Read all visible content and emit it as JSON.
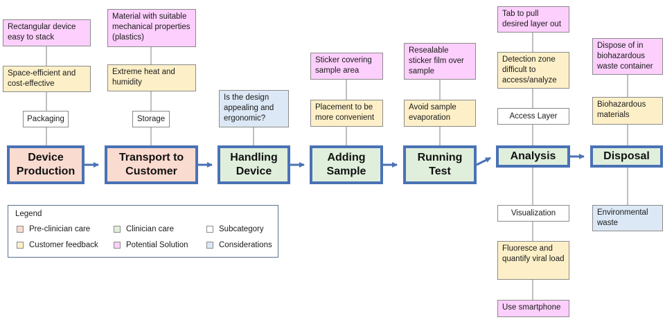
{
  "stages": [
    {
      "id": "device-production",
      "label_l1": "Device",
      "label_l2": "Production",
      "category": "pre-clinician-care"
    },
    {
      "id": "transport",
      "label_l1": "Transport to",
      "label_l2": "Customer",
      "category": "pre-clinician-care"
    },
    {
      "id": "handling",
      "label_l1": "Handling",
      "label_l2": "Device",
      "category": "clinician-care"
    },
    {
      "id": "adding-sample",
      "label_l1": "Adding",
      "label_l2": "Sample",
      "category": "clinician-care"
    },
    {
      "id": "running-test",
      "label_l1": "Running",
      "label_l2": "Test",
      "category": "clinician-care"
    },
    {
      "id": "analysis",
      "label_l1": "Analysis",
      "category": "clinician-care"
    },
    {
      "id": "disposal",
      "label_l1": "Disposal",
      "category": "clinician-care"
    }
  ],
  "boxes": {
    "dp_solution": "Rectangular device easy to stack",
    "dp_feedback": "Space-efficient and cost-effective",
    "dp_sub": "Packaging",
    "tr_solution": "Material with suitable mechanical properties (plastics)",
    "tr_feedback": "Extreme heat and humidity",
    "tr_sub": "Storage",
    "hd_consideration": "Is the design appealing and ergonomic?",
    "as_solution": "Sticker covering sample area",
    "as_feedback": "Placement to be more convenient",
    "rt_solution": "Resealable sticker film over sample",
    "rt_feedback": "Avoid sample evaporation",
    "an_solution_top": "Tab to pull desired layer out",
    "an_feedback_top": "Detection zone difficult to access/analyze",
    "an_sub_top": "Access Layer",
    "an_sub_bottom": "Visualization",
    "an_feedback_bottom": "Fluoresce and quantify viral load",
    "an_solution_bottom": "Use smartphone",
    "di_solution": "Dispose of in biohazardous waste container",
    "di_feedback": "Biohazardous materials",
    "di_consideration": "Environmental waste"
  },
  "legend": {
    "title": "Legend",
    "items": [
      {
        "label": "Pre-clinician care",
        "color": "#fadbd0"
      },
      {
        "label": "Clinician care",
        "color": "#e0efdc"
      },
      {
        "label": "Subcategory",
        "color": "#ffffff"
      },
      {
        "label": "Customer feedback",
        "color": "#fdf0c8"
      },
      {
        "label": "Potential Solution",
        "color": "#fccffc"
      },
      {
        "label": "Considerations",
        "color": "#dce8f5"
      }
    ]
  },
  "colors": {
    "stage_border": "#4a72b5",
    "connector": "#4a72b5",
    "pre_clinician": "#fadbd0",
    "clinician": "#e0efdc",
    "feedback": "#fdf0c8",
    "solution": "#fccffc",
    "consideration": "#dce8f5"
  }
}
